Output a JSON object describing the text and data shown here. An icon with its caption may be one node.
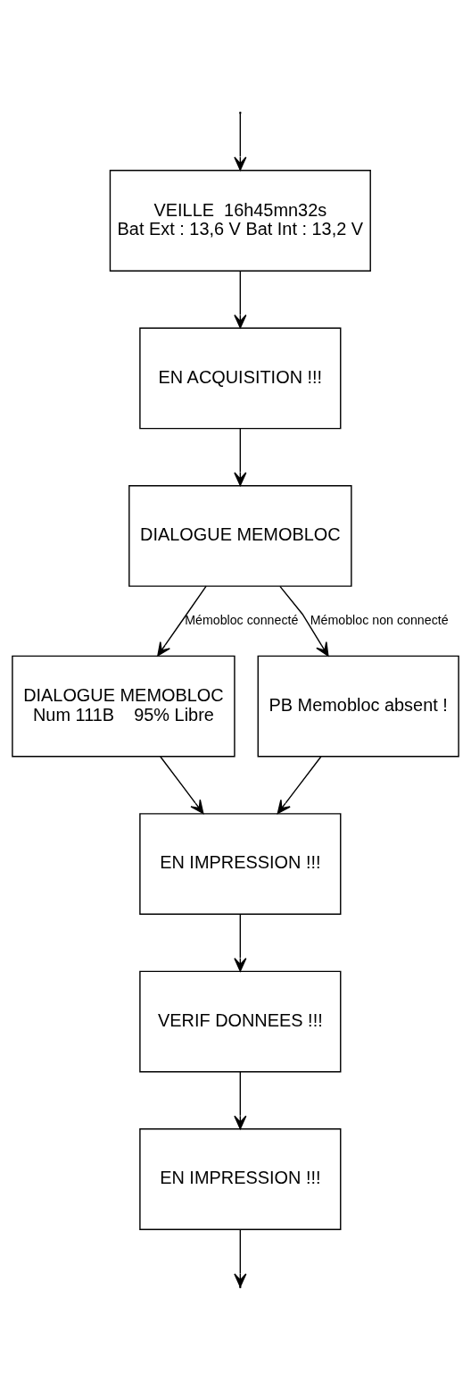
{
  "diagram": {
    "nodes": [
      {
        "text": [
          "VEILLE  16h45mn32s",
          "Bat Ext : 13,6 V Bat Int : 13,2 V"
        ]
      },
      {
        "text": [
          "EN ACQUISITION !!!"
        ]
      },
      {
        "text": [
          "DIALOGUE MEMOBLOC"
        ]
      },
      {
        "text": [
          "DIALOGUE MEMOBLOC",
          "Num 111B    95% Libre"
        ]
      },
      {
        "text": [
          "PB Memobloc absent !"
        ]
      },
      {
        "text": [
          "EN IMPRESSION !!!"
        ]
      },
      {
        "text": [
          "VERIF DONNEES !!!"
        ]
      },
      {
        "text": [
          "EN IMPRESSION !!!"
        ]
      }
    ],
    "edges": [
      {
        "from": null,
        "to": 0,
        "arrow": "to"
      },
      {
        "from": 0,
        "to": 1,
        "arrow": "to"
      },
      {
        "from": 1,
        "to": 2,
        "arrow": "to"
      },
      {
        "from": 2,
        "to": 3,
        "arrow": "to",
        "label": "Mémobloc connecté"
      },
      {
        "from": 2,
        "to": 4,
        "arrow": "to",
        "label": "Mémobloc non connecté"
      },
      {
        "from": 3,
        "to": 5,
        "arrow": "to"
      },
      {
        "from": 4,
        "to": 5,
        "arrow": "to"
      },
      {
        "from": 5,
        "to": 6,
        "arrow": "to"
      },
      {
        "from": 6,
        "to": 7,
        "arrow": "to"
      },
      {
        "from": 7,
        "to": null,
        "arrow": "to"
      }
    ]
  }
}
